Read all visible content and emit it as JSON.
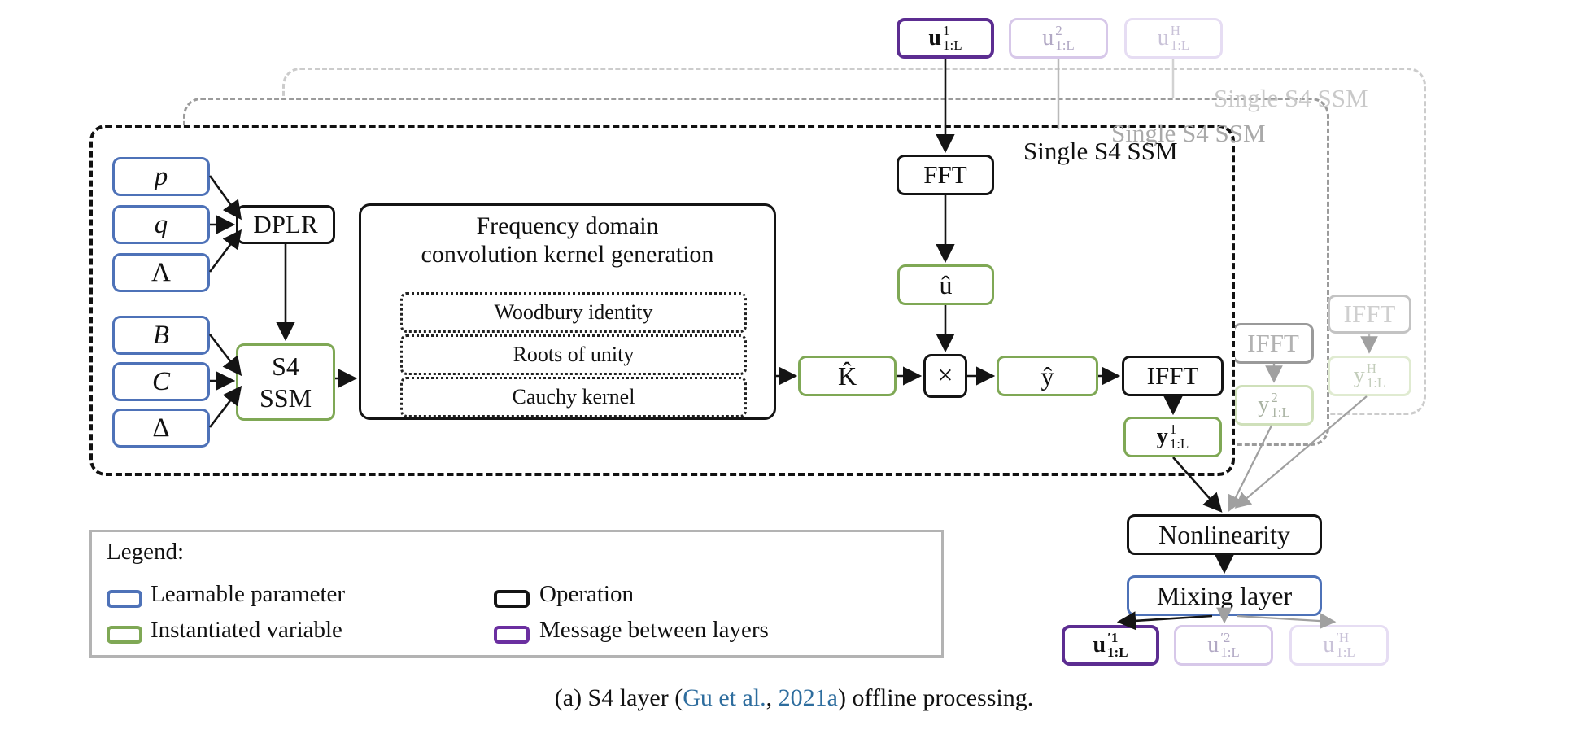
{
  "stack": {
    "front_label": "Single S4 SSM",
    "middle_label": "Single S4 SSM",
    "back_label": "Single S4 SSM"
  },
  "params": {
    "p": "p",
    "q": "q",
    "lambda": "Λ",
    "B": "B",
    "C": "C",
    "delta": "Δ"
  },
  "ops": {
    "dplr": "DPLR",
    "fft": "FFT",
    "times": "×",
    "ifft": "IFFT",
    "ifft_layer2": "IFFT",
    "ifft_layerH": "IFFT",
    "nonlinearity": "Nonlinearity"
  },
  "vars": {
    "s4_line1": "S4",
    "s4_line2": "SSM",
    "u_hat": "û",
    "k_hat": "K̂",
    "y_hat": "ŷ"
  },
  "freq_box": {
    "title_line1": "Frequency domain",
    "title_line2": "convolution kernel generation",
    "methods": [
      "Woodbury identity",
      "Roots of unity",
      "Cauchy kernel"
    ]
  },
  "messages": {
    "u1": {
      "base": "u",
      "sup": "1",
      "sub": "1:L"
    },
    "u2": {
      "base": "u",
      "sup": "2",
      "sub": "1:L"
    },
    "uH": {
      "base": "u",
      "sup": "H",
      "sub": "1:L"
    },
    "y1": {
      "base": "y",
      "sup": "1",
      "sub": "1:L"
    },
    "y2": {
      "base": "y",
      "sup": "2",
      "sub": "1:L"
    },
    "yH": {
      "base": "y",
      "sup": "H",
      "sub": "1:L"
    },
    "u1p": {
      "base": "u",
      "sup": "′1",
      "sub": "1:L"
    },
    "u2p": {
      "base": "u",
      "sup": "′2",
      "sub": "1:L"
    },
    "uHp": {
      "base": "u",
      "sup": "′H",
      "sub": "1:L"
    }
  },
  "mixing_layer": "Mixing layer",
  "legend": {
    "title": "Legend:",
    "items": [
      {
        "label": "Learnable parameter",
        "color": "#4e72b8"
      },
      {
        "label": "Instantiated variable",
        "color": "#7fa855"
      },
      {
        "label": "Operation",
        "color": "#141414"
      },
      {
        "label": "Message between layers",
        "color": "#6b2fa0"
      }
    ]
  },
  "caption": {
    "pre": "(a) S4 layer (",
    "link1": "Gu et al.",
    "sep": ", ",
    "link2": "2021a",
    "post": ") offline processing."
  },
  "colors": {
    "learnable_blue": "#4e72b8",
    "instantiated_green": "#7fa855",
    "operation_black": "#141414",
    "message_purple": "#5c2d91",
    "link_blue": "#2e6d9e",
    "ghost_gray": "#9b9b9b",
    "ghost_light_gray": "#cccccc"
  }
}
